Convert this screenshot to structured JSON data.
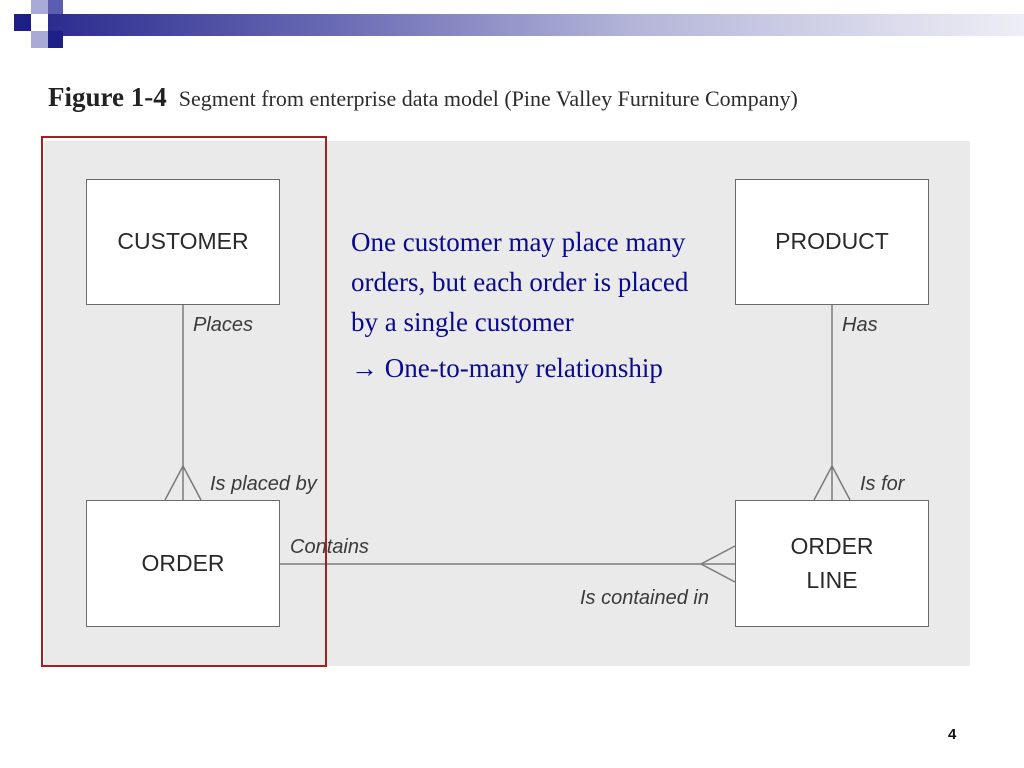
{
  "slide": {
    "figure_label": "Figure 1-4",
    "figure_caption": "Segment from enterprise data model (Pine Valley Furniture Company)",
    "page_number": "4"
  },
  "entities": {
    "customer": "CUSTOMER",
    "order": "ORDER",
    "product": "PRODUCT",
    "orderline_line1": "ORDER",
    "orderline_line2": "LINE"
  },
  "relationships": {
    "places": "Places",
    "is_placed_by": "Is placed by",
    "contains": "Contains",
    "is_contained_in": "Is contained in",
    "has": "Has",
    "is_for": "Is for"
  },
  "annotation": {
    "text": "One customer may place many orders, but each order is placed by a single customer",
    "arrow": "→",
    "conclusion": " One-to-many relationship"
  },
  "colors": {
    "annotation": "#0a0a8f",
    "highlight_border": "#a61e1e",
    "diagram_background": "#eaeaea",
    "header_bar": "#2b2c8f"
  }
}
